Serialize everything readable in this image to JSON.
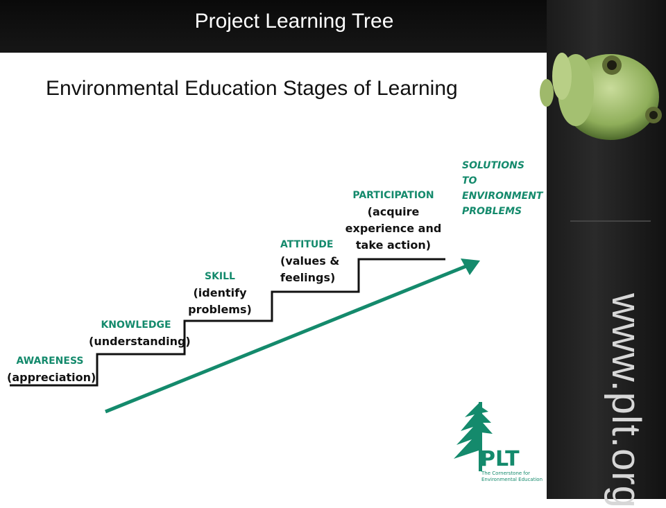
{
  "header": {
    "title": "Project Learning Tree"
  },
  "slide": {
    "title": "Environmental Education Stages of Learning"
  },
  "stages": [
    {
      "name": "AWARENESS",
      "desc": "(appreciation)"
    },
    {
      "name": "KNOWLEDGE",
      "desc": "(understanding)"
    },
    {
      "name": "SKILL",
      "desc": "(identify problems)"
    },
    {
      "name": "ATTITUDE",
      "desc": "(values & feelings)"
    },
    {
      "name": "PARTICIPATION",
      "desc": "(acquire experience and take action)"
    }
  ],
  "solutions": {
    "lines": [
      "SOLUTIONS",
      "TO",
      "ENVIRONMENT",
      "PROBLEMS"
    ]
  },
  "logo": {
    "text": "PLT",
    "tagline": [
      "The Cornerstone for",
      "Environmental Education"
    ]
  },
  "side": {
    "url": "www.plt.org"
  },
  "colors": {
    "accent": "#148a6c",
    "header_bg": "#0a0a0a",
    "side_bg": "#1b1b1b"
  }
}
